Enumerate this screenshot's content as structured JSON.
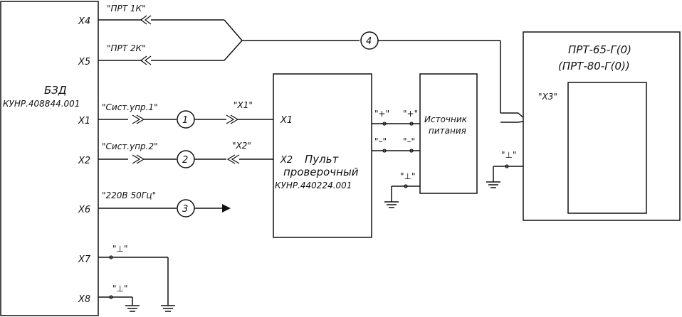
{
  "bzd": {
    "title": "БЗД",
    "code": "КУНР.408844.001",
    "pins": [
      "X4",
      "X5",
      "X1",
      "X2",
      "X6",
      "X7",
      "X8"
    ]
  },
  "cables": {
    "prt1k": "\"ПРТ 1К\"",
    "prt2k": "\"ПРТ 2К\"",
    "sist1": "\"Сист.упр.1\"",
    "sist2": "\"Сист.упр.2\"",
    "power": "\"220В 50Гц\""
  },
  "markers": [
    "1",
    "2",
    "3",
    "4"
  ],
  "panel": {
    "conn_x1": "\"X1\"",
    "conn_x2": "\"X2\"",
    "pin_x1": "X1",
    "pin_x2": "X2",
    "title": "Пульт",
    "subtitle": "проверочный",
    "code": "КУНР.440224.001"
  },
  "psu": {
    "line1": "Источник",
    "line2": "питания",
    "plus": "\"+\"",
    "minus": "\"–\""
  },
  "prt": {
    "title": "ПРТ-65-Г(0)",
    "subtitle": "(ПРТ-80-Г(0))",
    "conn": "\"X3\""
  },
  "ground_label": "\"⊥\""
}
